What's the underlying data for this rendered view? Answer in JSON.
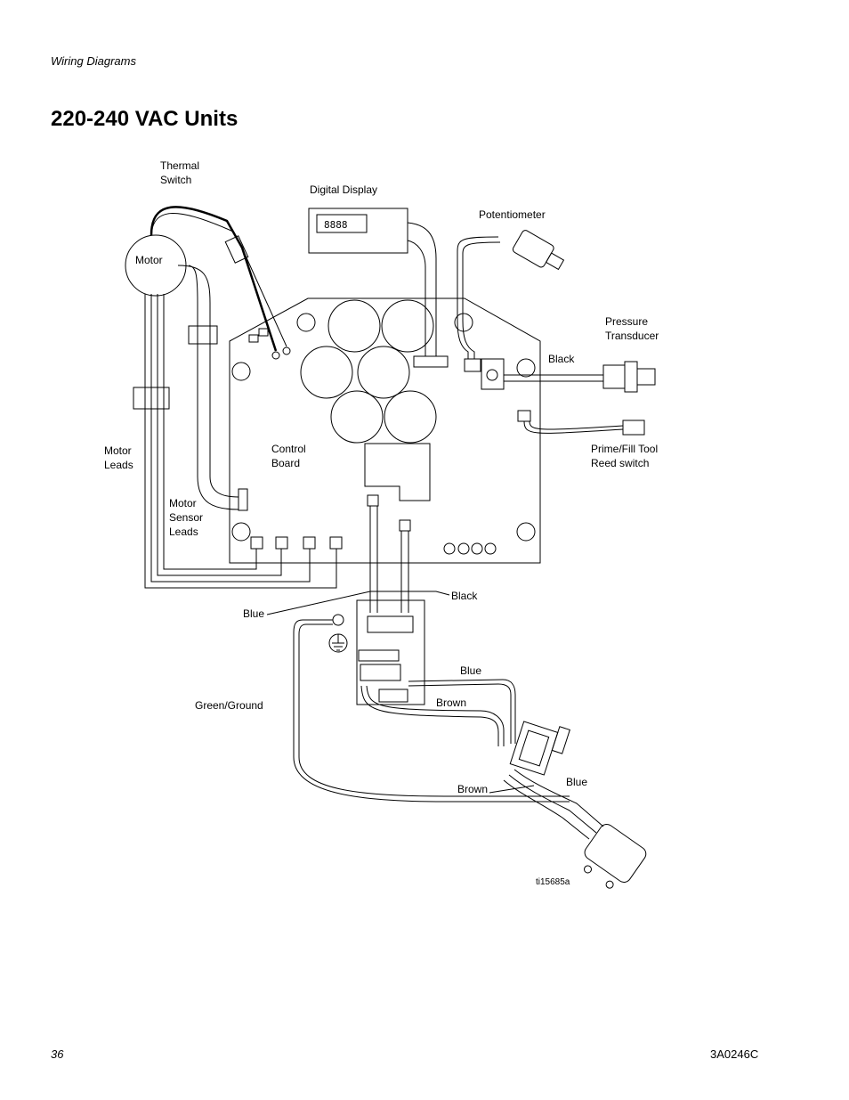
{
  "header": {
    "section": "Wiring Diagrams"
  },
  "title": "220-240 VAC Units",
  "labels": {
    "thermal_switch": [
      "Thermal",
      "Switch"
    ],
    "digital_display": "Digital Display",
    "potentiometer": "Potentiometer",
    "motor": "Motor",
    "pressure_transducer": [
      "Pressure",
      "Transducer"
    ],
    "black_transducer": "Black",
    "motor_leads": [
      "Motor",
      "Leads"
    ],
    "control_board": [
      "Control",
      "Board"
    ],
    "prime_fill": [
      "Prime/Fill Tool",
      "Reed switch"
    ],
    "motor_sensor_leads": [
      "Motor",
      "Sensor",
      "Leads"
    ],
    "black_board": "Black",
    "blue_left": "Blue",
    "blue_mid": "Blue",
    "green_ground": "Green/Ground",
    "brown_mid": "Brown",
    "blue_plug": "Blue",
    "brown_plug": "Brown",
    "figure_id": "ti15685a"
  },
  "display_readout": "8888",
  "footer": {
    "page_number": "36",
    "doc_id": "3A0246C"
  }
}
